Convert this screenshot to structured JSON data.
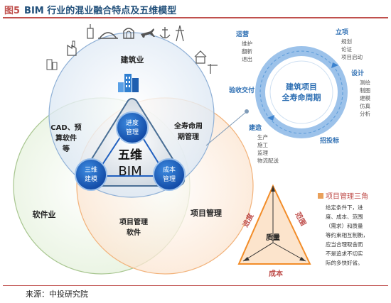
{
  "header": {
    "figure_no": "图5",
    "title": "BIM 行业的混业融合特点及五维模型"
  },
  "venn": {
    "construction": "建筑业",
    "software": "软件业",
    "pm": "项目管理",
    "overlap_cad": [
      "CAD、预",
      "算软件",
      "等"
    ],
    "overlap_lifecycle": [
      "全寿命周",
      "期管理"
    ],
    "overlap_pm_software": [
      "项目管理",
      "软件"
    ]
  },
  "bim": {
    "center_top": "五维",
    "center_bottom": "BIM",
    "nodes": {
      "schedule": [
        "进度",
        "管理"
      ],
      "modeling": [
        "三维",
        "建模"
      ],
      "cost": [
        "成本",
        "管理"
      ]
    }
  },
  "lifecycle": {
    "center": [
      "建筑项目",
      "全寿命周期"
    ],
    "stages": {
      "ops": {
        "label": "运营",
        "items": [
          "维护",
          "翻新",
          "退出"
        ]
      },
      "initiation": {
        "label": "立项",
        "items": [
          "规划",
          "论证",
          "项目启动"
        ]
      },
      "design": {
        "label": "设计",
        "items": [
          "测绘",
          "制图",
          "建模",
          "仿真",
          "分析"
        ]
      },
      "construction": {
        "label": "建造",
        "items": [
          "生产",
          "施工",
          "监理",
          "物流配送"
        ]
      },
      "acceptance": {
        "label": "验收交付"
      },
      "bidding": {
        "label": "招投标"
      }
    }
  },
  "triangle": {
    "legend_title": "项目管理三角",
    "legend_text": [
      "给定条件下，进",
      "度、成本、范围",
      "（需求）和质量",
      "等约束相互制衡，",
      "应当合理取舍而",
      "不是追求不切实",
      "际的多快好省。"
    ],
    "center": "质量",
    "left": "进度",
    "right": "范围",
    "bottom": "成本"
  },
  "footer": {
    "source": "来源：中投研究院"
  },
  "colors": {
    "accent": "#c0504d",
    "navy": "#1f4e79",
    "bim_blue": "#1f5fbf",
    "orange": "#f07f09"
  }
}
